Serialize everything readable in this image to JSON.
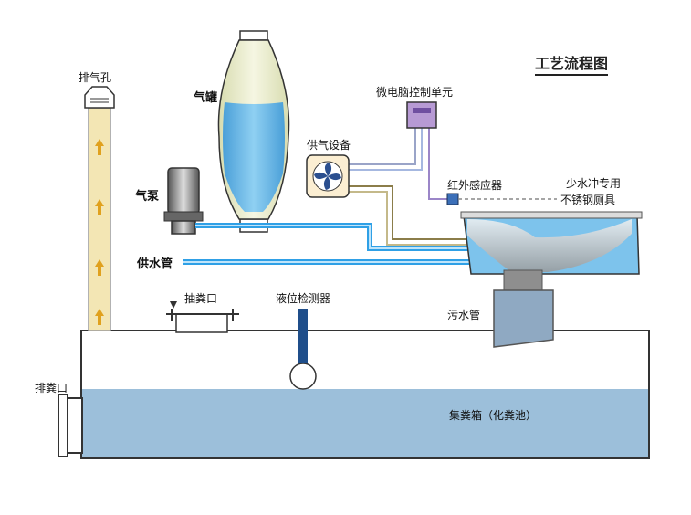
{
  "title": "工艺流程图",
  "labels": {
    "vent": "排气孔",
    "gas_tank": "气罐",
    "air_pump": "气泵",
    "water_pipe": "供水管",
    "controller": "微电脑控制单元",
    "air_supply": "供气设备",
    "ir_sensor": "红外感应器",
    "toilet_line1": "少水冲专用",
    "toilet_line2": "不锈钢厕具",
    "suction_port": "抽粪口",
    "level_detector": "液位检测器",
    "sewage_pipe": "污水管",
    "discharge_port": "排粪口",
    "tank": "集粪箱（化粪池）"
  },
  "colors": {
    "water": "#6fb3e3",
    "tank_fill": "#9cbfda",
    "vent_tube": "#f3e6b4",
    "tank_shell": "#eef0d4",
    "controller": "#b79ad4",
    "pipe_blue": "#2fa0e6",
    "outline": "#333333"
  }
}
